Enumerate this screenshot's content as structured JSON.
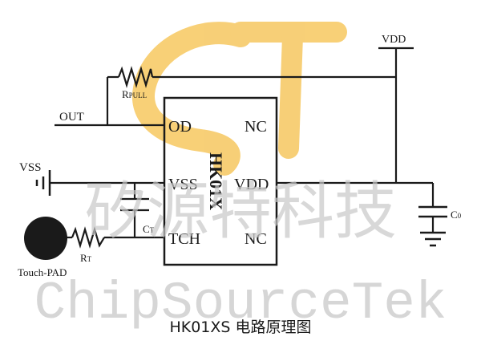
{
  "watermark": {
    "chinese": "矽源特科技",
    "english": "ChipSourceTek"
  },
  "chip": {
    "part_number": "HK01X",
    "pins": {
      "od": "OD",
      "nc_top": "NC",
      "vss": "VSS",
      "vdd": "VDD",
      "tch": "TCH",
      "nc_bottom": "NC"
    }
  },
  "nets": {
    "out": "OUT",
    "vdd": "VDD",
    "vss": "VSS"
  },
  "components": {
    "rpull": {
      "main": "R",
      "sub": "PULL"
    },
    "rt": {
      "main": "R",
      "sub": "T"
    },
    "ct": {
      "main": "C",
      "sub": "T"
    },
    "c0": {
      "main": "C",
      "sub": "0"
    },
    "touch_pad": "Touch-PAD"
  },
  "caption": "HK01XS 电路原理图",
  "colors": {
    "logo_accent": "#f5c04a",
    "ink": "#1a1a1a",
    "watermark": "#c8c8c8"
  }
}
